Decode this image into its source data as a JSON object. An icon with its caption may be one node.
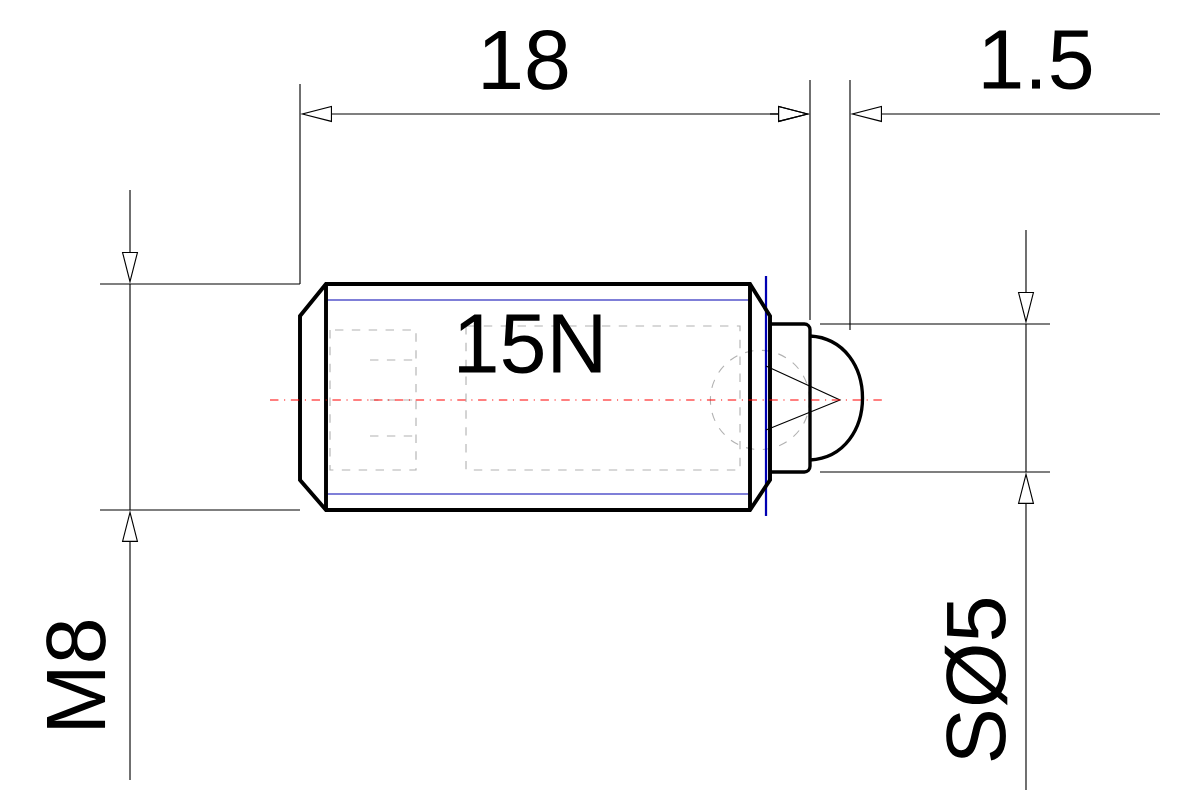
{
  "diagram": {
    "labels": [
      "18",
      "1.5",
      "15N",
      "M8",
      "SØ5"
    ]
  }
}
